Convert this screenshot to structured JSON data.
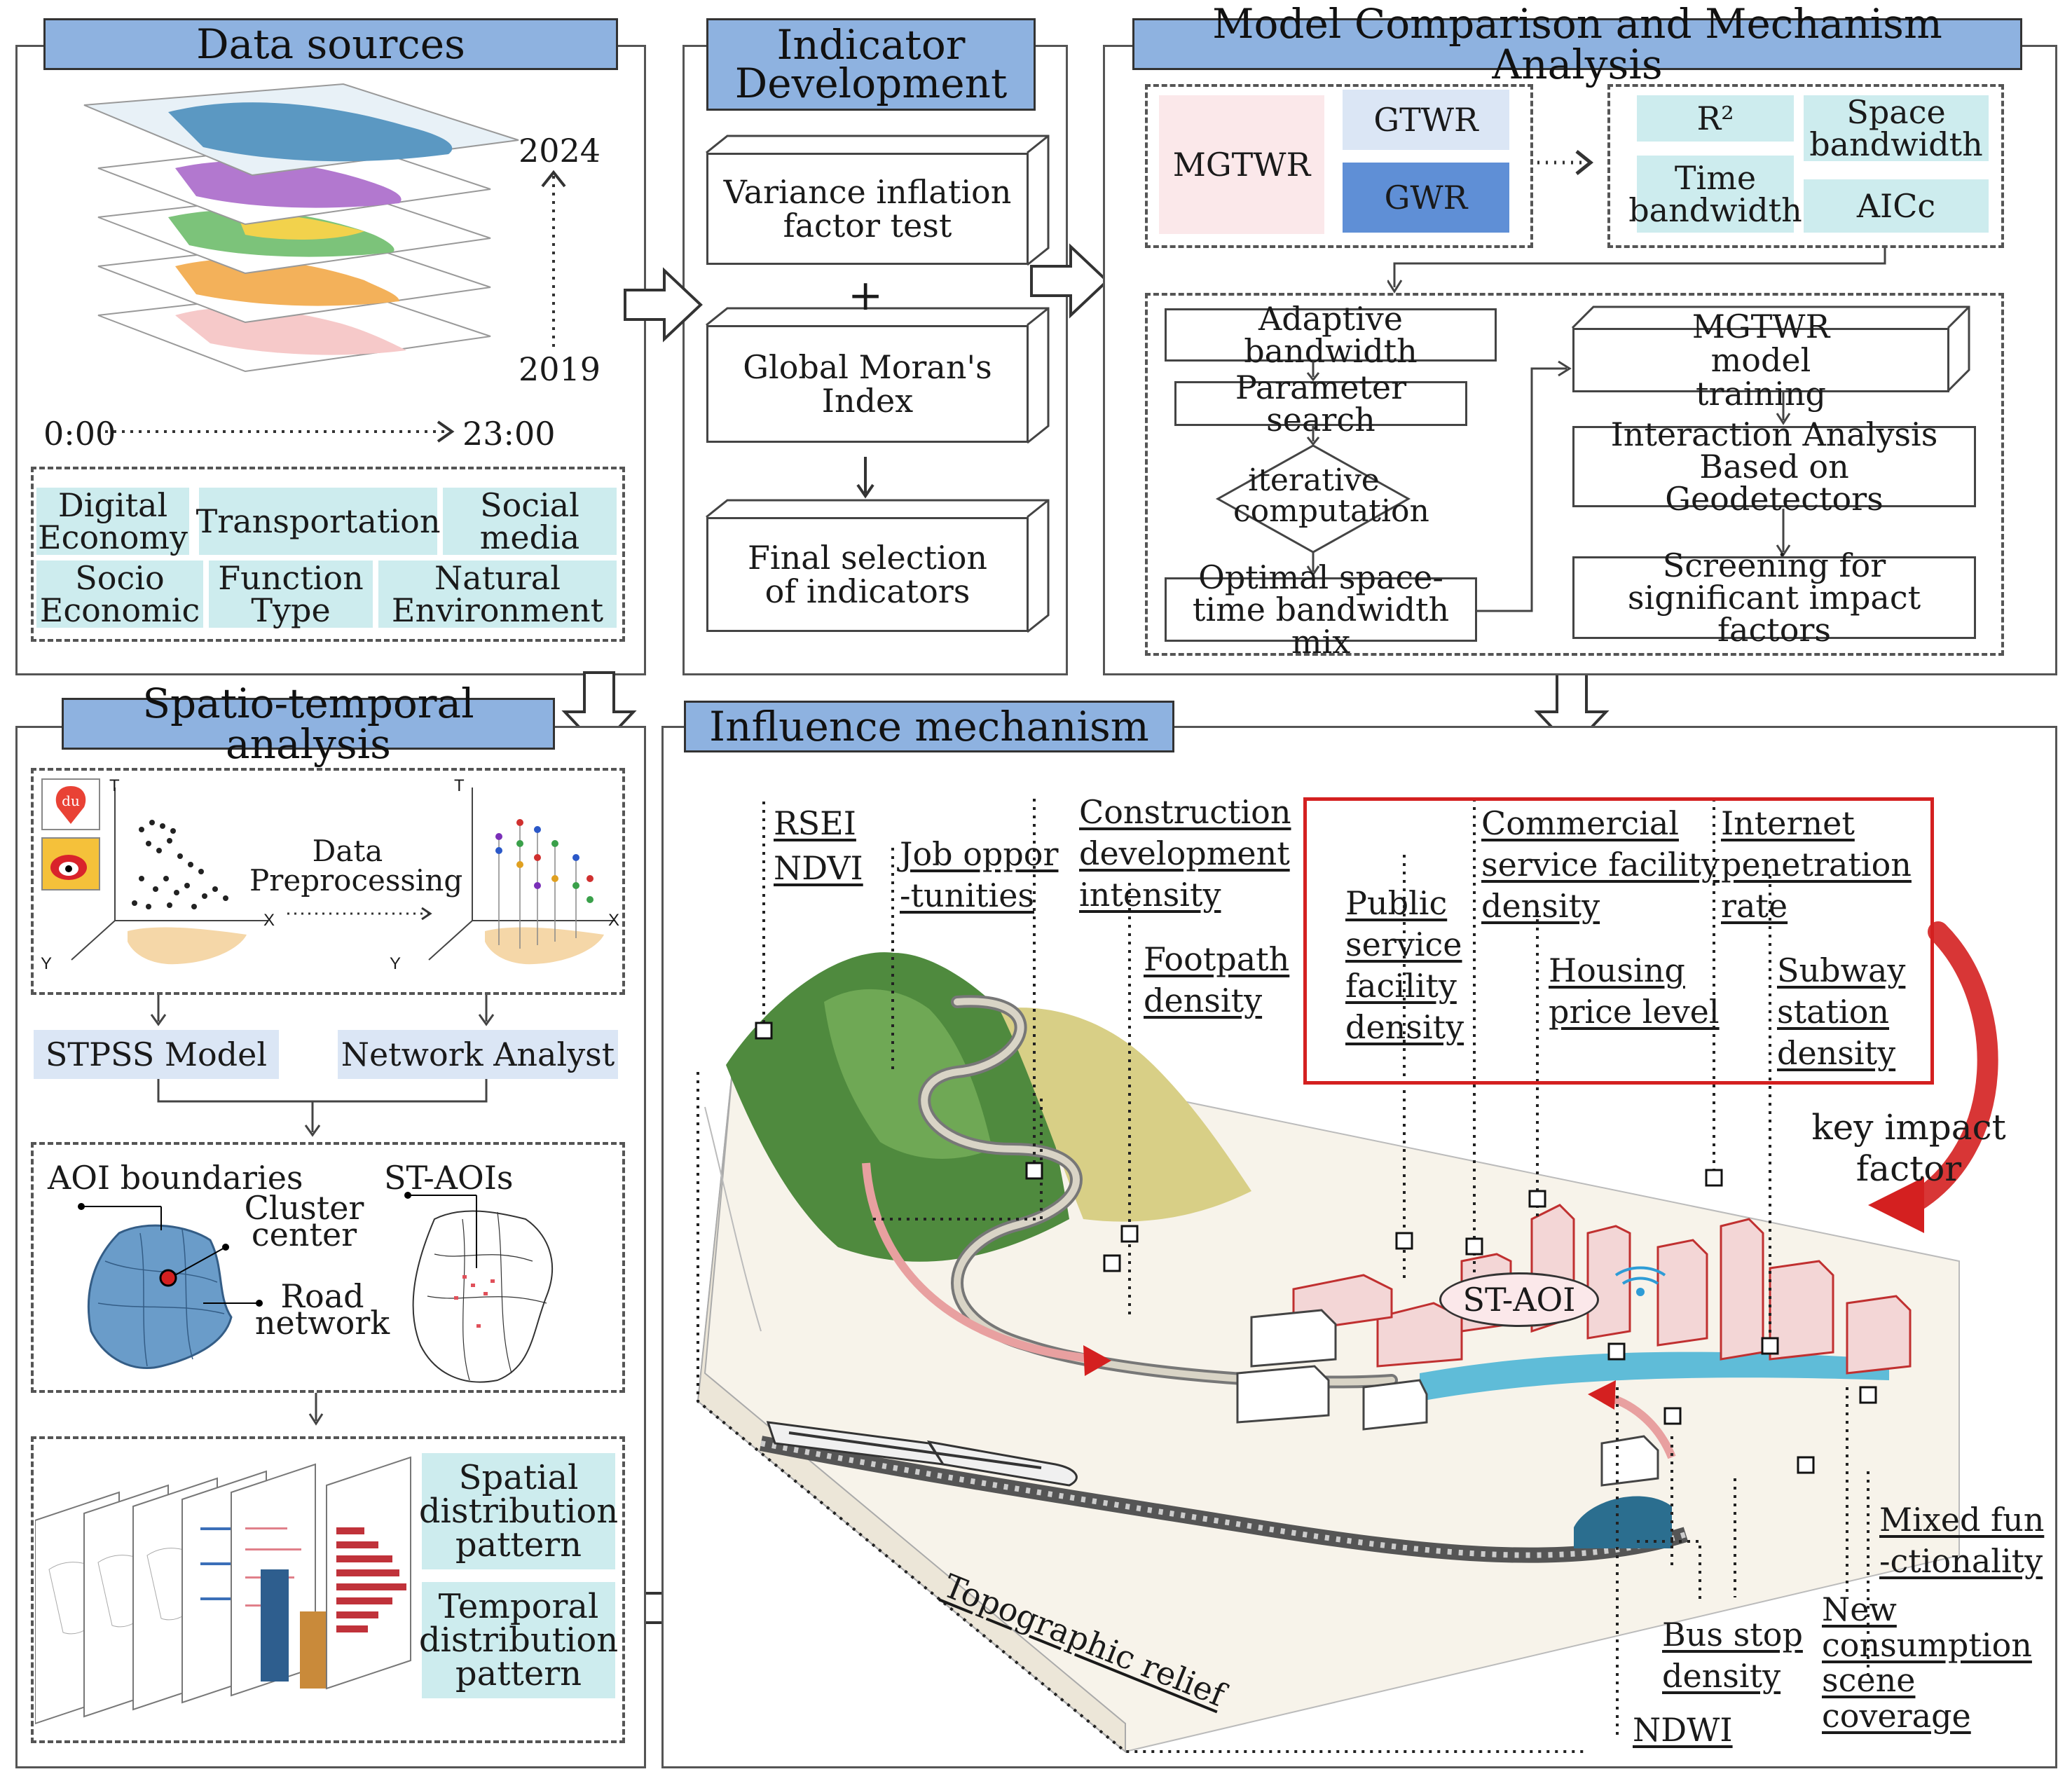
{
  "panels": {
    "data_sources": {
      "title": "Data sources",
      "year_top": "2024",
      "year_bottom": "2019",
      "time_start": "0:00",
      "time_end": "23:00",
      "categories": [
        "Digital Economy",
        "Transportation",
        "Social media",
        "Socio Economic",
        "Function Type",
        "Natural Environment"
      ]
    },
    "indicator": {
      "title": "Indicator Development",
      "step1": "Variance inflation factor test",
      "plus": "+",
      "step2": "Global Moran's Index",
      "step3": "Final selection of indicators"
    },
    "model": {
      "title": "Model Comparison and Mechanism Analysis",
      "mgtwr": "MGTWR",
      "gtwr": "GTWR",
      "gwr": "GWR",
      "r2": "R²",
      "space_bw": "Space bandwidth",
      "time_bw": "Time bandwidth",
      "aicc": "AICc",
      "adaptive": "Adaptive bandwidth",
      "param_search": "Parameter search",
      "iterative": "iterative computation",
      "optimal": "Optimal space-time bandwidth mix",
      "training": "MGTWR model training",
      "interaction": "Interaction Analysis Based on Geodetectors",
      "screening": "Screening for significant impact factors"
    },
    "spatio": {
      "title": "Spatio-temporal analysis",
      "preprocess": "Data Preprocessing",
      "axis_t": "T",
      "axis_x": "X",
      "axis_y": "Y",
      "stpss": "STPSS Model",
      "network": "Network Analyst",
      "aoi_boundaries": "AOI boundaries",
      "cluster_center": "Cluster center",
      "road_network": "Road network",
      "st_aois": "ST-AOIs",
      "spatial_pattern": "Spatial distribution pattern",
      "temporal_pattern": "Temporal distribution pattern"
    },
    "influence": {
      "title": "Influence mechanism",
      "labels": {
        "rsei": "RSEI",
        "ndvi": "NDVI",
        "job1": "Job oppor",
        "job2": "-tunities",
        "cons1": "Construction",
        "cons2": "development",
        "cons3": "intensity",
        "foot1": "Footpath",
        "foot2": "density",
        "pub1": "Public",
        "pub2": "service",
        "pub3": "facility",
        "pub4": "density",
        "com1": "Commercial",
        "com2": "service facility",
        "com3": "density",
        "int1": "Internet",
        "int2": "penetration",
        "int3": "rate",
        "house1": "Housing",
        "house2": "price level",
        "sub1": "Subway",
        "sub2": "station",
        "sub3": "density",
        "key1": "key impact",
        "key2": "factor",
        "st_aoi": "ST-AOI",
        "topo": "Topographic relief",
        "mixed1": "Mixed fun",
        "mixed2": "-ctionality",
        "new1": "New",
        "new2": "consumption",
        "new3": "scene coverage",
        "bus1": "Bus stop",
        "bus2": "density",
        "ndwi": "NDWI"
      }
    }
  },
  "colors": {
    "header": "#8eb2e0",
    "teal": "#cdecee",
    "pink": "#fbe8ea",
    "light_blue": "#dbe6f5",
    "mid_blue": "#5f8fd6",
    "red": "#d42020"
  }
}
